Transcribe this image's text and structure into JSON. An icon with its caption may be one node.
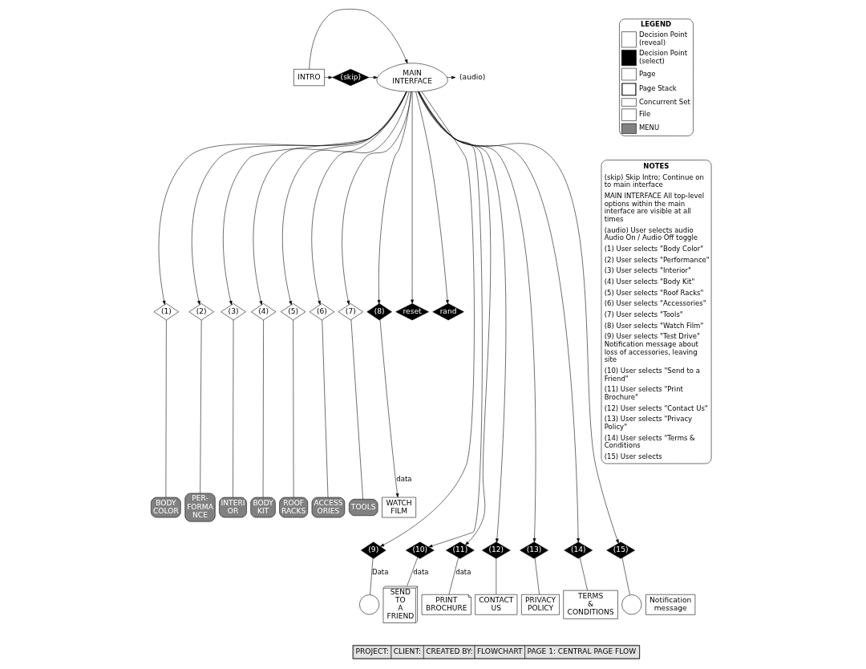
{
  "diagram": {
    "nodes": [
      {
        "text": [
          "INTRO"
        ]
      },
      {
        "text": [
          "(skip)"
        ]
      },
      {
        "text": [
          "MAIN INTERFACE"
        ]
      },
      {
        "text": [
          "(audio)"
        ]
      },
      {
        "text": [
          "(1)"
        ]
      },
      {
        "text": [
          "(2)"
        ]
      },
      {
        "text": [
          "(3)"
        ]
      },
      {
        "text": [
          "(4)"
        ]
      },
      {
        "text": [
          "(5)"
        ]
      },
      {
        "text": [
          "(6)"
        ]
      },
      {
        "text": [
          "(7)"
        ]
      },
      {
        "text": [
          "(8)"
        ]
      },
      {
        "text": [
          "reset"
        ]
      },
      {
        "text": [
          "rand"
        ]
      },
      {
        "text": [
          "BODY COLOR"
        ]
      },
      {
        "text": [
          "PER- FORMA NCE"
        ]
      },
      {
        "text": [
          "INTERI OR"
        ]
      },
      {
        "text": [
          "BODY KIT"
        ]
      },
      {
        "text": [
          "ROOF RACKS"
        ]
      },
      {
        "text": [
          "ACCESS ORIES"
        ]
      },
      {
        "text": [
          "TOOLS"
        ]
      },
      {
        "text": [
          "WATCH FILM"
        ]
      },
      {
        "text": [
          "(9)"
        ]
      },
      {
        "text": [
          "(10)"
        ]
      },
      {
        "text": [
          "(11)"
        ]
      },
      {
        "text": [
          "(12)"
        ]
      },
      {
        "text": [
          "(13)"
        ]
      },
      {
        "text": [
          "(14)"
        ]
      },
      {
        "text": [
          "(15)"
        ]
      },
      {
        "text": [
          "Notification message"
        ]
      },
      {
        "text": [],
        "shape": "circle"
      },
      {
        "text": [
          "SEND TO A FRIEND"
        ]
      },
      {
        "text": [
          "PRINT BROCHURE"
        ]
      },
      {
        "text": [
          "CONTACT US"
        ]
      },
      {
        "text": [
          "PRIVACY POLICY"
        ]
      },
      {
        "text": [
          "TERMS & CONDITIONS"
        ]
      },
      {
        "text": [],
        "shape": "circle"
      }
    ],
    "edges": [
      {
        "from": 0,
        "to": 2,
        "arrow": "to"
      },
      {
        "from": 0,
        "to": 1,
        "arrow": "to"
      },
      {
        "from": 1,
        "to": 2,
        "arrow": "to"
      },
      {
        "from": 2,
        "to": 3,
        "arrow": "to"
      },
      {
        "from": 2,
        "to": 4,
        "arrow": "to"
      },
      {
        "from": 2,
        "to": 5,
        "arrow": "to"
      },
      {
        "from": 2,
        "to": 6,
        "arrow": "to"
      },
      {
        "from": 2,
        "to": 7,
        "arrow": "to"
      },
      {
        "from": 2,
        "to": 8,
        "arrow": "to"
      },
      {
        "from": 2,
        "to": 9,
        "arrow": "to"
      },
      {
        "from": 2,
        "to": 10,
        "arrow": "to"
      },
      {
        "from": 2,
        "to": 11,
        "arrow": "to"
      },
      {
        "from": 2,
        "to": 12,
        "arrow": "to"
      },
      {
        "from": 2,
        "to": 13,
        "arrow": "to"
      },
      {
        "from": 4,
        "to": 14,
        "arrow": "none"
      },
      {
        "from": 5,
        "to": 15,
        "arrow": "none"
      },
      {
        "from": 6,
        "to": 16,
        "arrow": "none"
      },
      {
        "from": 7,
        "to": 17,
        "arrow": "none"
      },
      {
        "from": 8,
        "to": 18,
        "arrow": "none"
      },
      {
        "from": 9,
        "to": 19,
        "arrow": "none"
      },
      {
        "from": 10,
        "to": 20,
        "arrow": "none"
      },
      {
        "from": 11,
        "to": 21,
        "arrow": "to",
        "label": "data"
      },
      {
        "from": 2,
        "to": 22,
        "arrow": "to"
      },
      {
        "from": 2,
        "to": 23,
        "arrow": "to"
      },
      {
        "from": 2,
        "to": 24,
        "arrow": "to"
      },
      {
        "from": 2,
        "to": 25,
        "arrow": "to"
      },
      {
        "from": 2,
        "to": 26,
        "arrow": "to"
      },
      {
        "from": 2,
        "to": 27,
        "arrow": "to"
      },
      {
        "from": 2,
        "to": 28,
        "arrow": "to"
      },
      {
        "from": 22,
        "to": 30,
        "arrow": "none",
        "label": "Data"
      },
      {
        "from": 23,
        "to": 31,
        "arrow": "none",
        "label": "data"
      },
      {
        "from": 24,
        "to": 32,
        "arrow": "none",
        "label": "data"
      },
      {
        "from": 25,
        "to": 33,
        "arrow": "none"
      },
      {
        "from": 26,
        "to": 34,
        "arrow": "none"
      },
      {
        "from": 27,
        "to": 35,
        "arrow": "none"
      },
      {
        "from": 28,
        "to": 36,
        "arrow": "none"
      }
    ],
    "labels": [
      "LEGEND",
      "NOTES",
      "(skip) Skip Intro; Continue on to main interface",
      "MAIN INTERFACE All top-level options within the main interface are visible at all times",
      "(audio) User selects audio Audio On / Audio Off toggle",
      "(1) User selects \"Body Color\"",
      "(2) User selects \"Performance\"",
      "(3) User selects \"Interior\"",
      "(4) User selects \"Body Kit\"",
      "(5) User selects \"Roof Racks\"",
      "(6) User selects \"Accessories\"",
      "(7) User selects \"Tools\"",
      "(8) User selects \"Watch Film\"",
      "(9) User selects \"Test Drive\" Notification message about loss of accessories, leaving site",
      "(10) User selects \"Send to a Friend\"",
      "(11) User selects \"Print Brochure\"",
      "(12) User selects \"Contact Us\"",
      "(13) User selects \"Privacy Policy\"",
      "(14) User selects \"Terms & Conditions",
      "(15) User selects",
      "PROJECT:",
      "CLIENT:",
      "CREATED BY:",
      "FLOWCHART",
      "PAGE 1: CENTRAL PAGE FLOW"
    ],
    "legend": [
      {
        "text": "Decision Point (reveal)"
      },
      {
        "text": "Decision Point (select)"
      },
      {
        "text": "Page"
      },
      {
        "text": "Page Stack"
      },
      {
        "text": "Concurrent Set"
      },
      {
        "text": "File"
      },
      {
        "text": "MENU"
      }
    ]
  }
}
